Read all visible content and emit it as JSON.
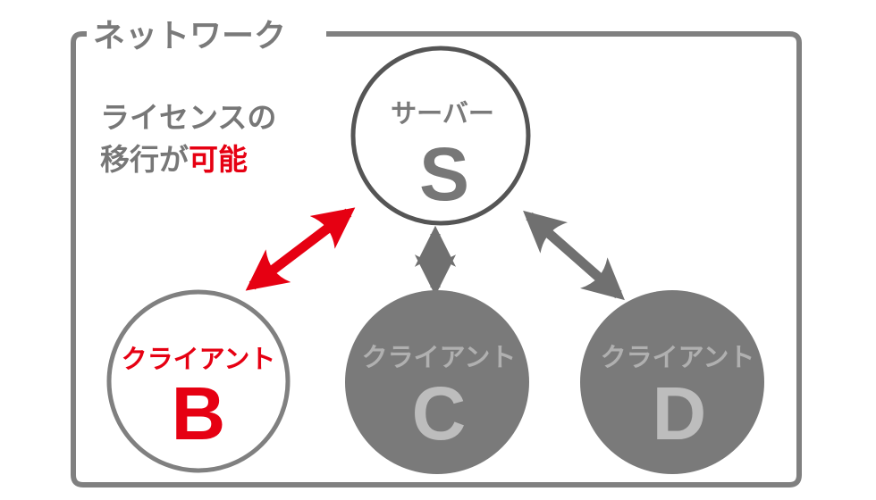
{
  "frame": {
    "title": "ネットワーク"
  },
  "note": {
    "line1": "ライセンスの",
    "line2_prefix": "移行が",
    "line2_highlight": "可能"
  },
  "colors": {
    "accent_red": "#e60012",
    "gray": "#7a7a7a",
    "dark_gray": "#555555",
    "light_gray": "#bdbdbd"
  },
  "nodes": {
    "server": {
      "label": "サーバー",
      "letter": "S",
      "style": "outline"
    },
    "client_b": {
      "label": "クライアント",
      "letter": "B",
      "style": "active"
    },
    "client_c": {
      "label": "クライアント",
      "letter": "C",
      "style": "inactive"
    },
    "client_d": {
      "label": "クライアント",
      "letter": "D",
      "style": "inactive"
    }
  },
  "connections": [
    {
      "from": "server",
      "to": "client_b",
      "color": "red",
      "direction": "bidirectional"
    },
    {
      "from": "server",
      "to": "client_c",
      "color": "gray",
      "direction": "bidirectional"
    },
    {
      "from": "server",
      "to": "client_d",
      "color": "gray",
      "direction": "bidirectional"
    }
  ]
}
